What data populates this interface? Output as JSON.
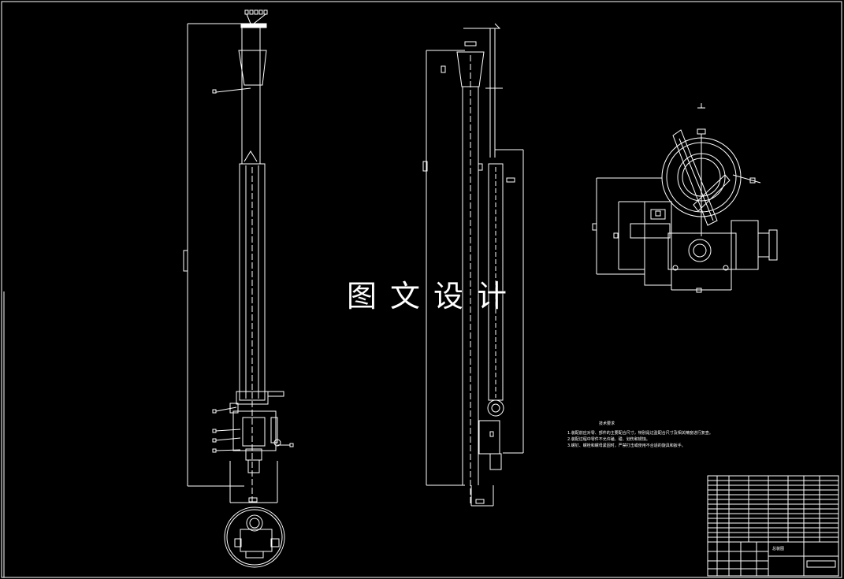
{
  "watermark": {
    "text": "图文设计"
  },
  "technical_notes": {
    "title": "技术要求",
    "items": [
      "1.装配前应对零、部件的主要配合尺寸，特别是过盈配合尺寸及相关精度进行复查。",
      "2.装配过程中零件不允许磕、碰、划伤和锈蚀。",
      "3.螺钉、螺栓和螺母紧固时，严禁打击或使用不合适的旋具和扳手。"
    ]
  },
  "title_block": {
    "drawing_name": "总装图"
  },
  "colors": {
    "background": "#000000",
    "line": "#ffffff"
  }
}
